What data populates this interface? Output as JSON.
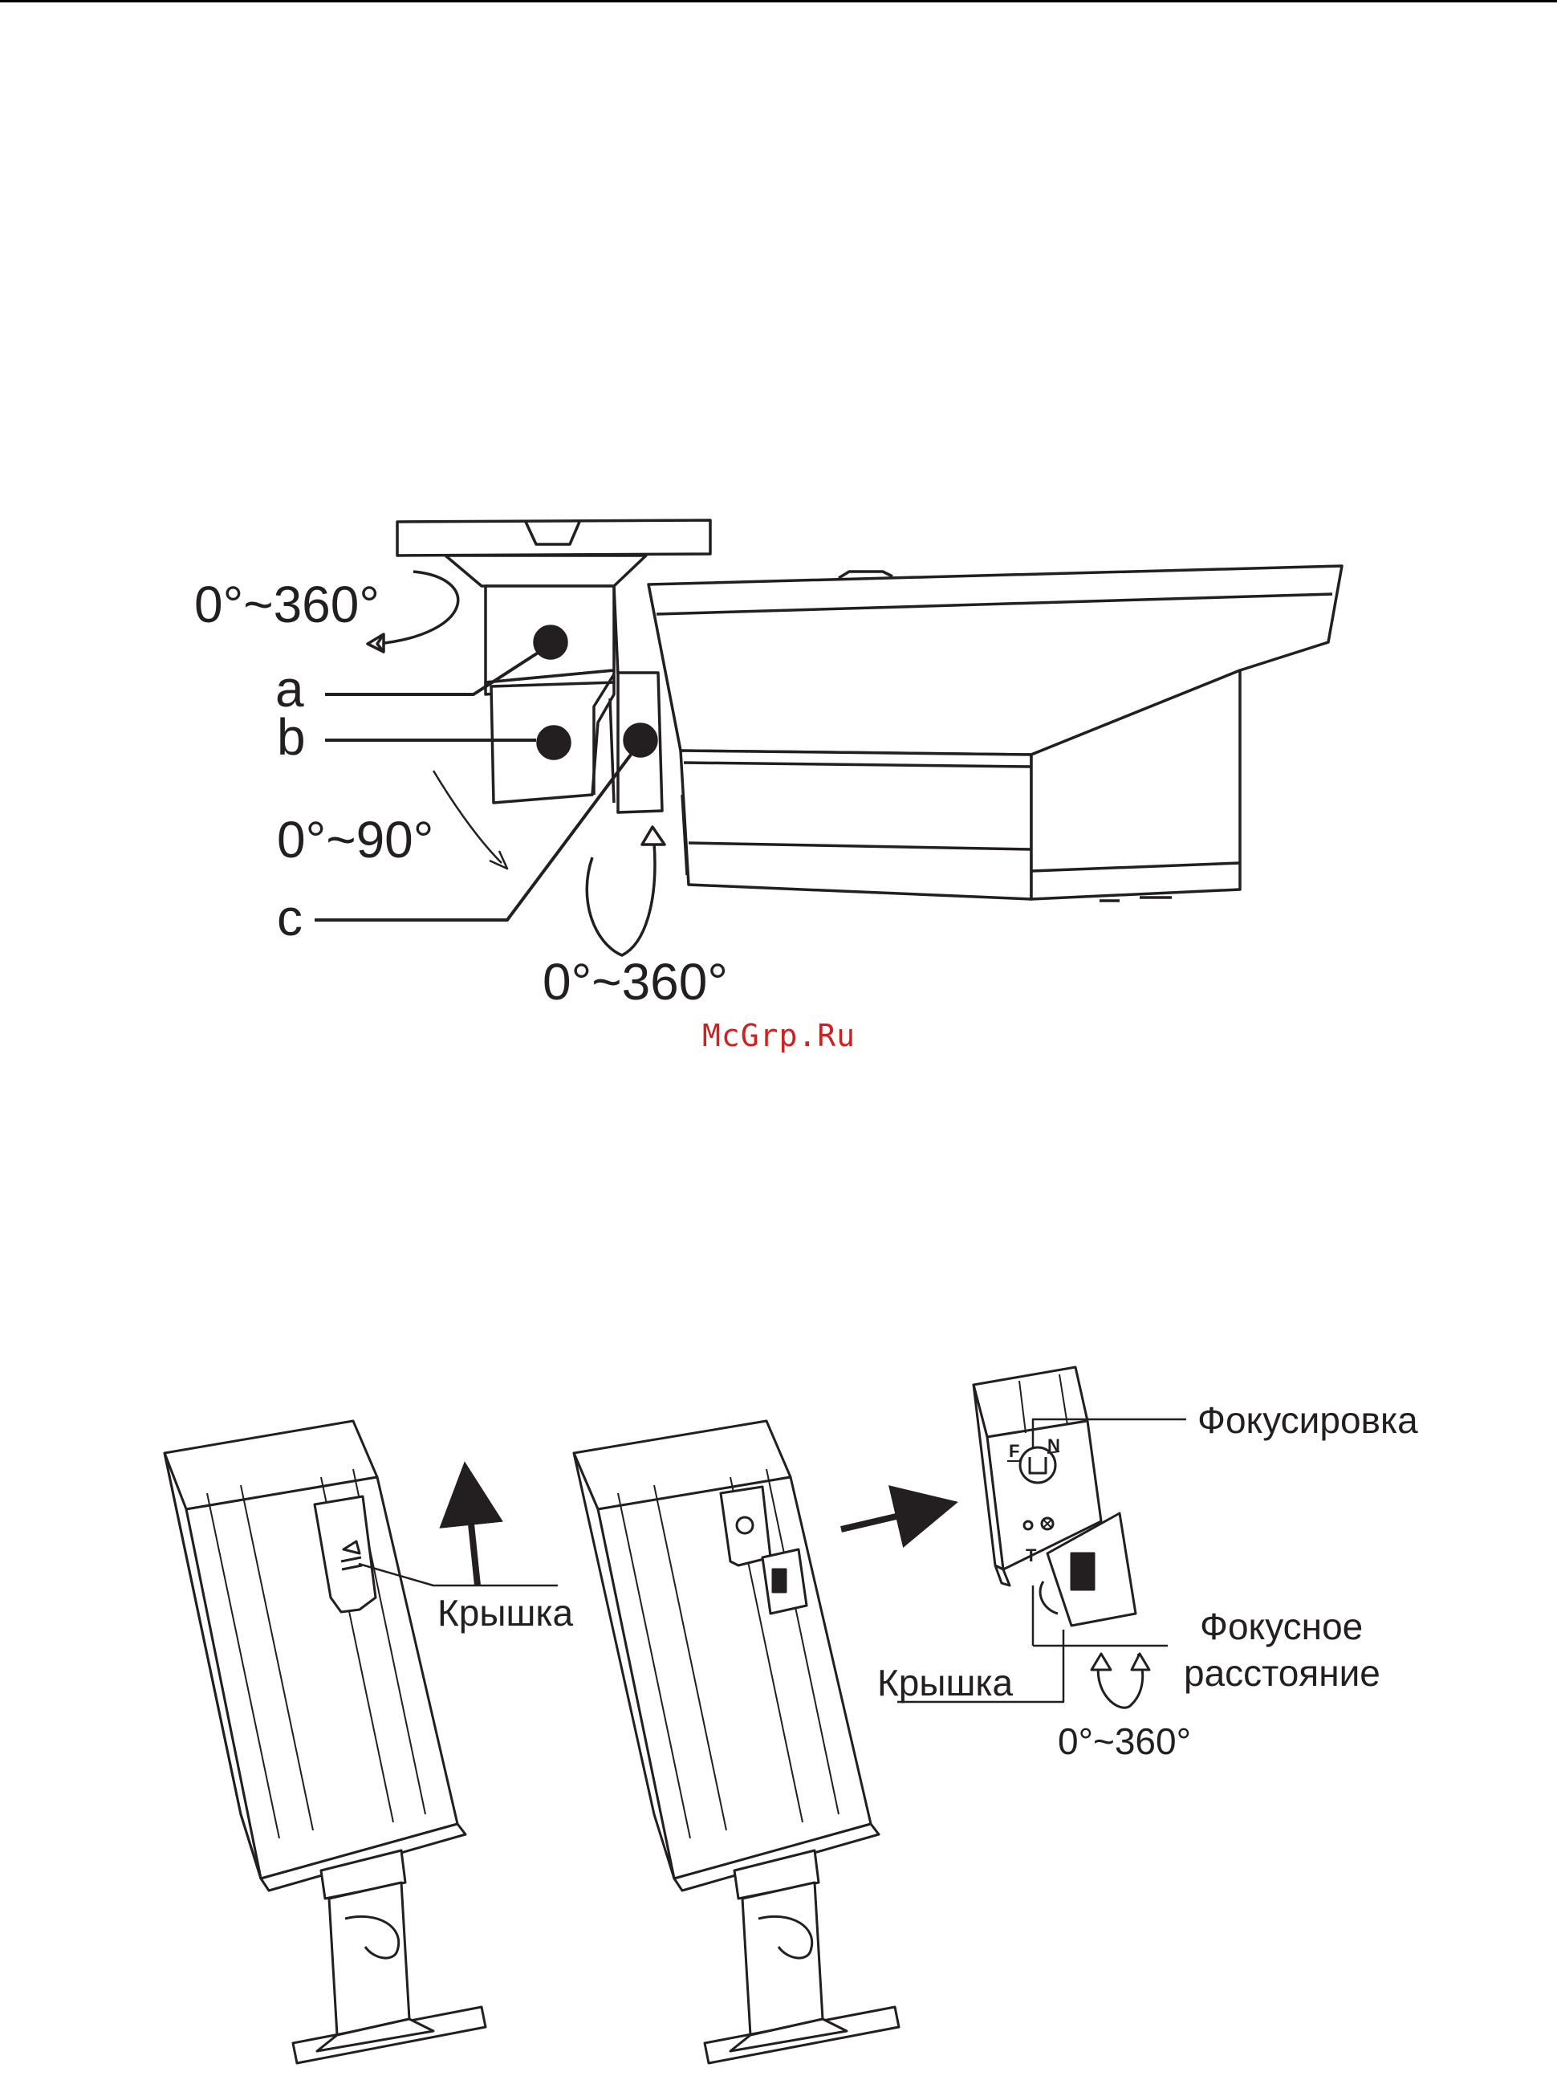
{
  "figure1": {
    "angle_top": "0°~360°",
    "angle_tilt": "0°~90°",
    "angle_bottom": "0°~360°",
    "label_a": "a",
    "label_b": "b",
    "label_c": "c"
  },
  "figure2": {
    "cover_label_left": "Крышка",
    "focus_label": "Фокусировка",
    "focal_label_line1": "Фокусное",
    "focal_label_line2": "расстояние",
    "cover_label_right": "Крышка",
    "lens_angle": "0°~360°",
    "knob_letter_f": "F",
    "knob_letter_n": "N",
    "knob_letter_t": "T"
  },
  "watermark": "McGrp.Ru",
  "colors": {
    "line": "#231f20",
    "watermark": "#cc2222"
  }
}
